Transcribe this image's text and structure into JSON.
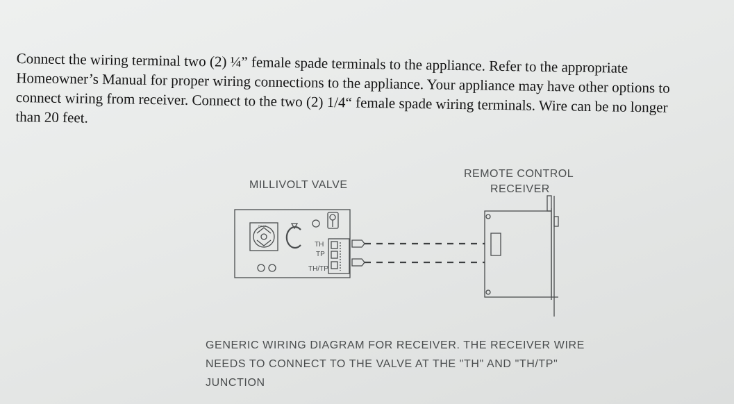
{
  "paragraph": {
    "lines": [
      "Connect the wiring terminal two (2) ¼” female spade terminals to the appliance.  Refer to the appropriate",
      "Homeowner’s Manual for proper wiring connections to the appliance.  Your appliance may have other options to",
      "connect wiring from receiver.  Connect to the two (2) 1/4“ female spade wiring terminals.  Wire can be no longer",
      "than 20 feet."
    ]
  },
  "diagram": {
    "valve_label": "MILLIVOLT VALVE",
    "receiver_label_line1": "REMOTE  CONTROL",
    "receiver_label_line2": "RECEIVER",
    "terminal_th": "TH",
    "terminal_tp": "TP",
    "terminal_thtp": "TH/TP",
    "knob_text": "PILOT"
  },
  "caption": {
    "lines": [
      "GENERIC  WIRING  DIAGRAM  FOR  RECEIVER.   THE  RECEIVER  WIRE",
      "NEEDS  TO  CONNECT  TO  THE  VALVE  AT  THE  \"TH\"  AND  \"TH/TP\"",
      "JUNCTION"
    ]
  },
  "colors": {
    "paper": "#e9ebea",
    "ink": "#151515",
    "diagram_ink": "#4a4d4e"
  }
}
